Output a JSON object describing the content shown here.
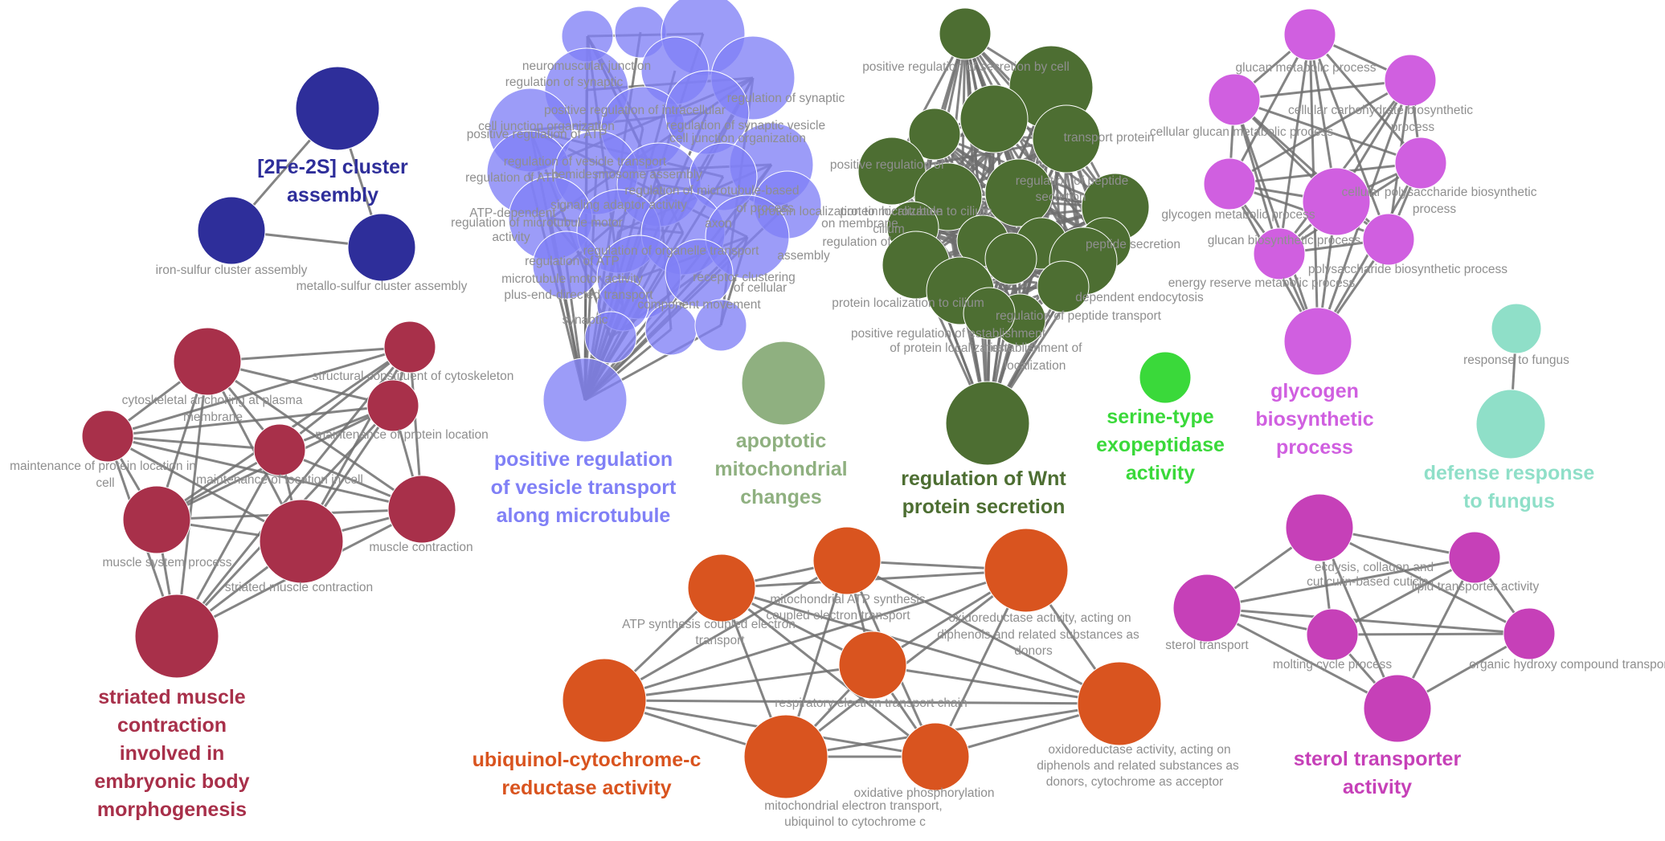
{
  "clusters": [
    {
      "id": "fe2s",
      "title": [
        "[2Fe-2S] cluster",
        "assembly"
      ],
      "color": "#2e2e9a",
      "labels": [
        "iron-sulfur cluster assembly",
        "metallo-sulfur cluster assembly"
      ]
    },
    {
      "id": "vesicle",
      "title": [
        "positive regulation",
        "of vesicle transport",
        "along microtubule"
      ],
      "color": "#8080f6",
      "labels": [
        "neuromuscular junction",
        "regulation of synaptic",
        "regulation of synaptic",
        "positive regulation of intracellular",
        "cell junction organization",
        "regulation of synaptic vesicle",
        "positive regulation of ATP",
        "cell junction organization",
        "regulation of vesicle transport",
        "hemidesmosome assembly",
        "regulation of ATP",
        "regulation of microtubule-based",
        "signaling adaptor activity",
        "regulation of microtubule motor",
        "ATP-dependent",
        "of process",
        "axon",
        "on membrane",
        "activity",
        "protein localization to microtubule",
        "regulation of organelle transport",
        "regulation of ATP",
        "microtubule motor activity",
        "of cellular",
        "receptor clustering",
        "plus-end-directed transport",
        "component movement",
        "synaptic",
        "assembly"
      ]
    },
    {
      "id": "apoptotic",
      "title": [
        "apoptotic",
        "mitochondrial",
        "changes"
      ],
      "color": "#8fb080",
      "labels": []
    },
    {
      "id": "wnt",
      "title": [
        "regulation of Wnt",
        "protein secretion"
      ],
      "color": "#4d6e32",
      "labels": [
        "positive regulation of secretion by cell",
        "transport protein",
        "positive regulation of",
        "regulation of peptide",
        "secretion",
        "protein localization to cilium",
        "cilium",
        "regulation of",
        "peptide secretion",
        "protein localization to cilium",
        "dependent endocytosis",
        "regulation of peptide transport",
        "positive regulation of establishment",
        "of protein localization",
        "establishment of",
        "localization"
      ]
    },
    {
      "id": "serine",
      "title": [
        "serine-type",
        "exopeptidase",
        "activity"
      ],
      "color": "#3ad93a",
      "labels": []
    },
    {
      "id": "glycogen",
      "title": [
        "glycogen",
        "biosynthetic",
        "process"
      ],
      "color": "#d05fe0",
      "labels": [
        "glucan metabolic process",
        "cellular carbohydrate biosynthetic",
        "process",
        "cellular glucan metabolic process",
        "cellular polysaccharide biosynthetic",
        "process",
        "glycogen metabolic process",
        "glucan biosynthetic process",
        "polysaccharide biosynthetic process",
        "energy reserve metabolic process"
      ]
    },
    {
      "id": "fungus",
      "title": [
        "defense response",
        "to fungus"
      ],
      "color": "#8fdfc8",
      "labels": [
        "response to fungus"
      ]
    },
    {
      "id": "muscle",
      "title": [
        "striated muscle",
        "contraction",
        "involved in",
        "embryonic body",
        "morphogenesis"
      ],
      "color": "#a8304a",
      "labels": [
        "structural constituent of cytoskeleton",
        "cytoskeletal anchoring at plasma",
        "membrane",
        "maintenance of protein location",
        "maintenance of protein location in",
        "cell",
        "maintenance of location in cell",
        "muscle contraction",
        "muscle system process",
        "striated muscle contraction"
      ]
    },
    {
      "id": "ubiquinol",
      "title": [
        "ubiquinol-cytochrome-c",
        "reductase activity"
      ],
      "color": "#d9541f",
      "labels": [
        "mitochondrial ATP synthesis",
        "coupled electron transport",
        "oxidoreductase activity, acting on",
        "diphenols and related substances as",
        "donors",
        "ATP synthesis coupled electron",
        "transport",
        "respiratory electron transport chain",
        "oxidoreductase activity, acting on",
        "diphenols and related substances as",
        "donors, cytochrome as acceptor",
        "oxidative phosphorylation",
        "mitochondrial electron transport,",
        "ubiquinol to cytochrome c"
      ]
    },
    {
      "id": "sterol",
      "title": [
        "sterol transporter",
        "activity"
      ],
      "color": "#c640b8",
      "labels": [
        "ecdysis, collagen and",
        "cuticulin-based cuticle",
        "lipid transporter activity",
        "sterol transport",
        "molting cycle process",
        "organic hydroxy compound transport"
      ]
    }
  ]
}
